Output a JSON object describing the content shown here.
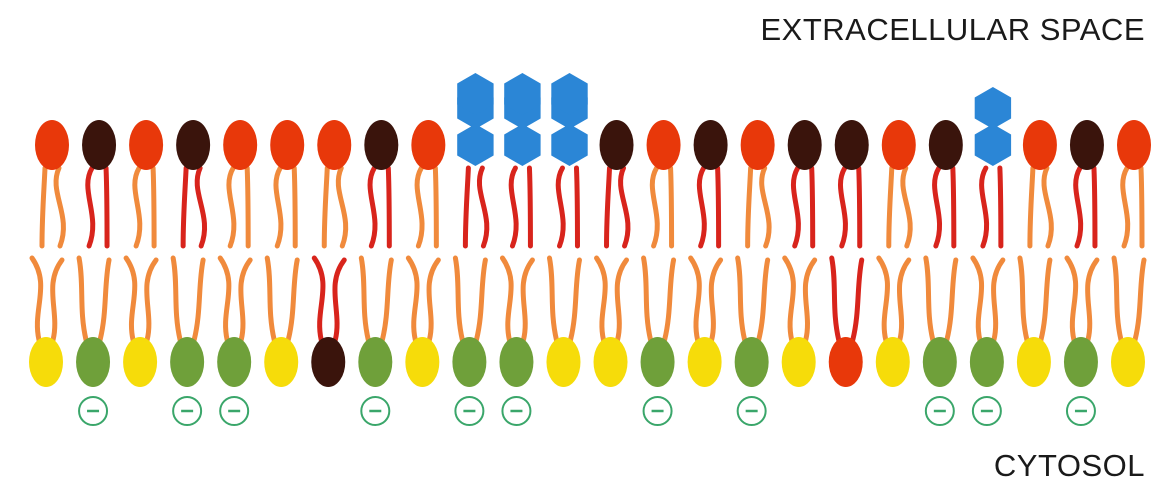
{
  "labels": {
    "top": "EXTRACELLULAR SPACE",
    "bottom": "CYTOSOL"
  },
  "colors": {
    "red_head": "#e8380a",
    "dark_head": "#3a140c",
    "yellow_head": "#f6dc0a",
    "green_head": "#6fa03a",
    "glycolipid": "#2b86d6",
    "tail_orange": "#f08a3c",
    "tail_red": "#d8241c",
    "charge_ring": "#3aa66a",
    "background": "#ffffff"
  },
  "outer_leaflet": [
    {
      "head": "red",
      "tail": "orange",
      "sugar": 0
    },
    {
      "head": "dark",
      "tail": "red",
      "sugar": 0
    },
    {
      "head": "red",
      "tail": "orange",
      "sugar": 0
    },
    {
      "head": "dark",
      "tail": "red",
      "sugar": 0
    },
    {
      "head": "red",
      "tail": "orange",
      "sugar": 0
    },
    {
      "head": "red",
      "tail": "orange",
      "sugar": 0
    },
    {
      "head": "red",
      "tail": "orange",
      "sugar": 0
    },
    {
      "head": "dark",
      "tail": "red",
      "sugar": 0
    },
    {
      "head": "red",
      "tail": "orange",
      "sugar": 0
    },
    {
      "head": "none",
      "tail": "red",
      "sugar": 3
    },
    {
      "head": "none",
      "tail": "red",
      "sugar": 3
    },
    {
      "head": "none",
      "tail": "red",
      "sugar": 3
    },
    {
      "head": "dark",
      "tail": "red",
      "sugar": 0
    },
    {
      "head": "red",
      "tail": "orange",
      "sugar": 0
    },
    {
      "head": "dark",
      "tail": "red",
      "sugar": 0
    },
    {
      "head": "red",
      "tail": "orange",
      "sugar": 0
    },
    {
      "head": "dark",
      "tail": "red",
      "sugar": 0
    },
    {
      "head": "dark",
      "tail": "red",
      "sugar": 0
    },
    {
      "head": "red",
      "tail": "orange",
      "sugar": 0
    },
    {
      "head": "dark",
      "tail": "red",
      "sugar": 0
    },
    {
      "head": "none",
      "tail": "red",
      "sugar": 2
    },
    {
      "head": "red",
      "tail": "orange",
      "sugar": 0
    },
    {
      "head": "dark",
      "tail": "red",
      "sugar": 0
    },
    {
      "head": "red",
      "tail": "orange",
      "sugar": 0
    }
  ],
  "inner_leaflet": [
    {
      "head": "yellow",
      "tail": "orange",
      "charge": false
    },
    {
      "head": "green",
      "tail": "orange",
      "charge": true
    },
    {
      "head": "yellow",
      "tail": "orange",
      "charge": false
    },
    {
      "head": "green",
      "tail": "orange",
      "charge": true
    },
    {
      "head": "green",
      "tail": "orange",
      "charge": true
    },
    {
      "head": "yellow",
      "tail": "orange",
      "charge": false
    },
    {
      "head": "dark",
      "tail": "red",
      "charge": false
    },
    {
      "head": "green",
      "tail": "orange",
      "charge": true
    },
    {
      "head": "yellow",
      "tail": "orange",
      "charge": false
    },
    {
      "head": "green",
      "tail": "orange",
      "charge": true
    },
    {
      "head": "green",
      "tail": "orange",
      "charge": true
    },
    {
      "head": "yellow",
      "tail": "orange",
      "charge": false
    },
    {
      "head": "yellow",
      "tail": "orange",
      "charge": false
    },
    {
      "head": "green",
      "tail": "orange",
      "charge": true
    },
    {
      "head": "yellow",
      "tail": "orange",
      "charge": false
    },
    {
      "head": "green",
      "tail": "orange",
      "charge": true
    },
    {
      "head": "yellow",
      "tail": "orange",
      "charge": false
    },
    {
      "head": "red",
      "tail": "red",
      "charge": false
    },
    {
      "head": "yellow",
      "tail": "orange",
      "charge": false
    },
    {
      "head": "green",
      "tail": "orange",
      "charge": true
    },
    {
      "head": "green",
      "tail": "orange",
      "charge": true
    },
    {
      "head": "yellow",
      "tail": "orange",
      "charge": false
    },
    {
      "head": "green",
      "tail": "orange",
      "charge": true
    },
    {
      "head": "yellow",
      "tail": "orange",
      "charge": false
    }
  ]
}
